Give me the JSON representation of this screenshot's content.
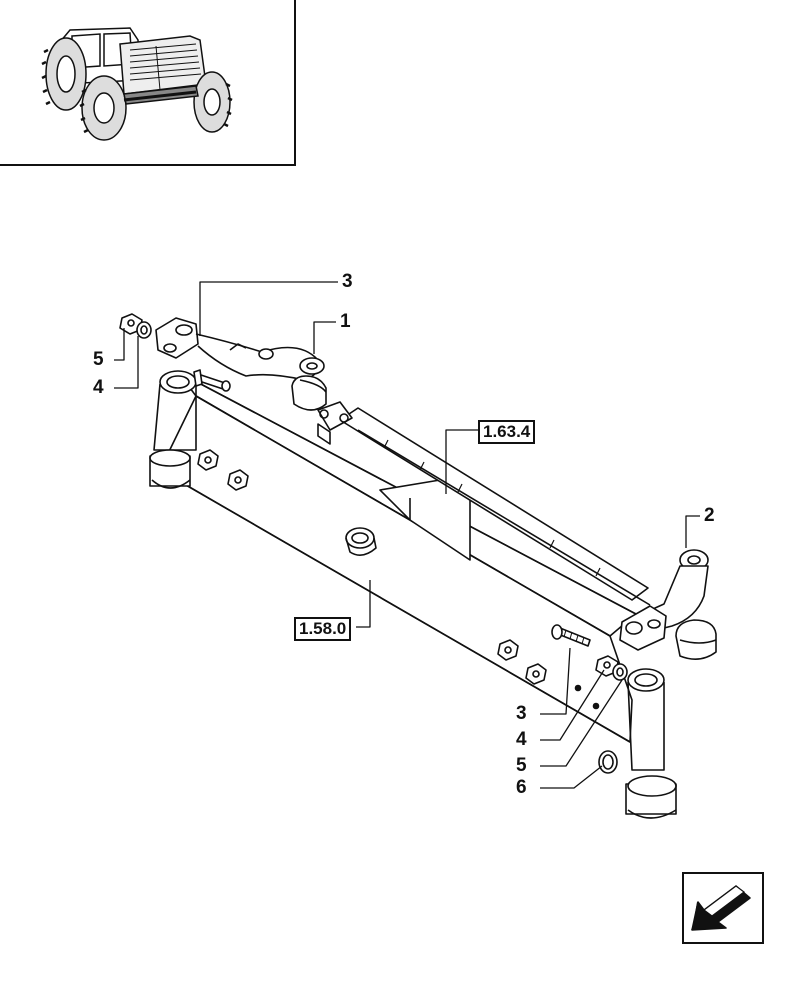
{
  "callouts": {
    "c1": "1",
    "c2": "2",
    "c3_top": "3",
    "c3_bottom": "3",
    "c4_left": "4",
    "c4_right": "4",
    "c5_left": "5",
    "c5_right": "5",
    "c6": "6"
  },
  "references": {
    "axle_ref": "1.58.0",
    "bar_ref": "1.63.4"
  },
  "icons": {
    "thumbnail": "tractor-thumbnail-icon",
    "navigation": "next-page-arrow-icon"
  }
}
